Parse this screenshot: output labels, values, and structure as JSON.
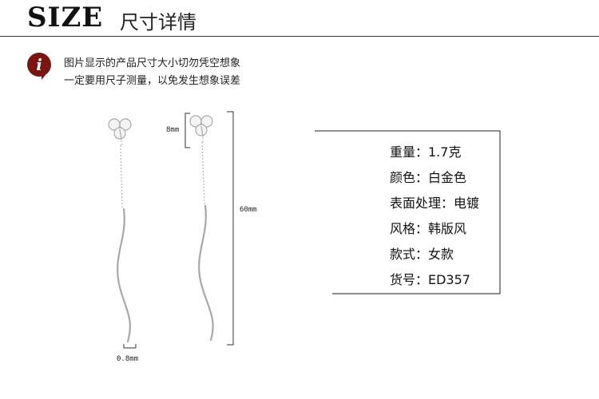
{
  "header": {
    "title": "SIZE",
    "subtitle": "尺寸详情"
  },
  "notice": {
    "icon": "info-i-icon",
    "lines": [
      "图片显示的产品尺寸大小切勿凭空想象",
      "一定要用尺子测量，以免发生想象误差"
    ]
  },
  "dimensions": {
    "charm": "8mm",
    "total": "60mm",
    "wire": "0.8mm"
  },
  "specs": [
    {
      "text": "重量：1.7克"
    },
    {
      "text": "颜色：白金色"
    },
    {
      "text": "表面处理：电镀"
    },
    {
      "text": "风格：韩版风"
    },
    {
      "text": "款式：女款"
    },
    {
      "text": "货号：ED357"
    }
  ]
}
